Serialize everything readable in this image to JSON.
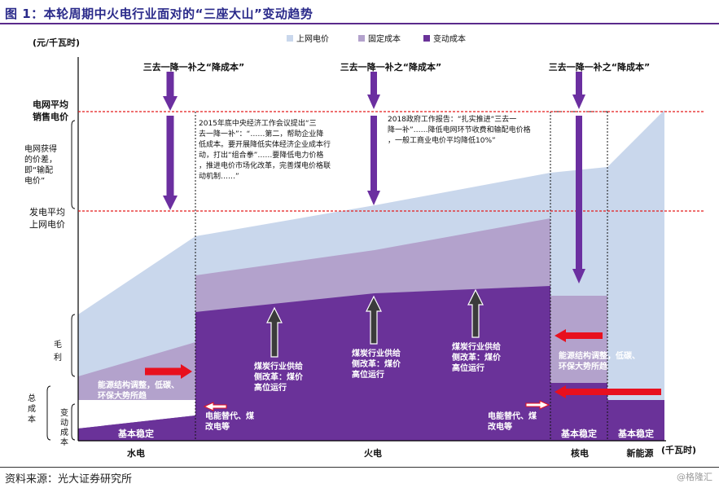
{
  "figure": {
    "title": "图 1：本轮周期中火电行业面对的“三座大山”变动趋势",
    "source": "资料来源：光大证券研究所",
    "watermark": "@格隆汇"
  },
  "chart_data": {
    "type": "area",
    "unit_label": "(元/千瓦时)",
    "x_unit_label": "(千瓦时)",
    "legend_position": "top-center",
    "colors": {
      "grid_price": "#c9d7ec",
      "fixed_cost": "#b3a2cc",
      "variable_cost": "#6a3299",
      "arrow_purple": "#6b2fa0",
      "arrow_red": "#e8101e",
      "price_line": "#e31b1b"
    },
    "series": [
      {
        "name": "上网电价",
        "key": "grid_price"
      },
      {
        "name": "固定成本",
        "key": "fixed_cost"
      },
      {
        "name": "变动成本",
        "key": "variable_cost"
      }
    ],
    "categories": [
      "水电",
      "火电",
      "核电",
      "新能源"
    ],
    "reference_lines": [
      {
        "label": "电网平均\n销售电价"
      },
      {
        "label": "发电平均\n上网电价"
      }
    ],
    "left_brackets": [
      {
        "label": "电网获得\n的价差，\n即“输配\n电价”"
      },
      {
        "label": "毛\n利"
      },
      {
        "label": "总\n成\n本"
      },
      {
        "label": "变\n动\n成\n本"
      }
    ],
    "policy_headers": [
      "三去一降一补之“降成本”",
      "三去一降一补之“降成本”",
      "三去一降一补之“降成本”"
    ],
    "annotations": {
      "policy_2015": "2015年底中央经济工作会议提出“三去一降一补”：“……第二，帮助企业降低成本。要开展降低实体经济企业成本行动，打出“组合拳”……要降低电力价格，推进电价市场化改革，完善煤电价格联动机制……”",
      "policy_2018": "2018政府工作报告：“扎实推进“三去一降一补”……降低电网环节收费和输配电价格，一般工商业电价平均降低10%”",
      "coal_reform": "煤炭行业供给侧改革：煤价高位运行",
      "energy_structure": "能源结构调整，低碳、环保大势所趋",
      "electric_substitution": "电能替代、煤改电等",
      "stable": "基本稳定"
    }
  }
}
